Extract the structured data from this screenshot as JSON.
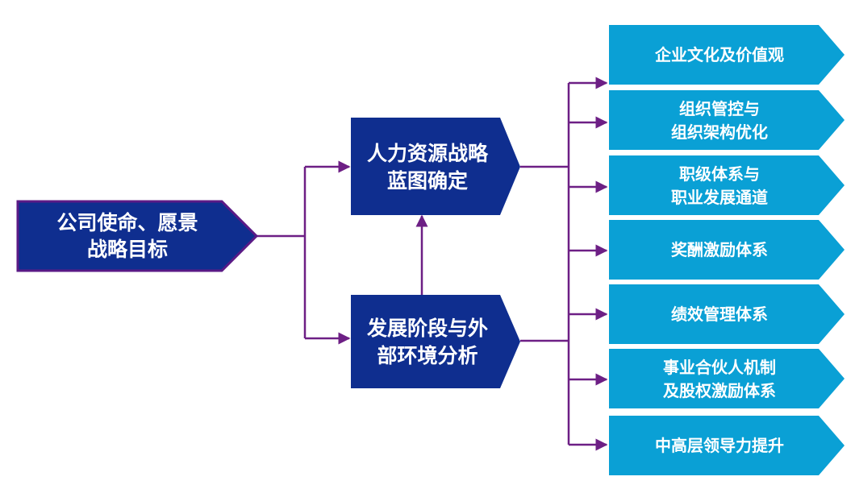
{
  "colors": {
    "navy_box": "#0f2e8f",
    "navy_box_border": "#5a1a86",
    "cyan_box": "#0aa0d5",
    "connector": "#6d1f85"
  },
  "nodes": {
    "mission": {
      "lines": [
        "公司使命、愿景",
        "战略目标"
      ]
    },
    "hr_blueprint": {
      "lines": [
        "人力资源战略",
        "蓝图确定"
      ]
    },
    "environment_analysis": {
      "lines": [
        "发展阶段与外",
        "部环境分析"
      ]
    }
  },
  "items": [
    {
      "lines": [
        "企业文化及价值观"
      ]
    },
    {
      "lines": [
        "组织管控与",
        "组织架构优化"
      ]
    },
    {
      "lines": [
        "职级体系与",
        "职业发展通道"
      ]
    },
    {
      "lines": [
        "奖酬激励体系"
      ]
    },
    {
      "lines": [
        "绩效管理体系"
      ]
    },
    {
      "lines": [
        "事业合伙人机制",
        "及股权激励体系"
      ]
    },
    {
      "lines": [
        "中高层领导力提升"
      ]
    }
  ]
}
